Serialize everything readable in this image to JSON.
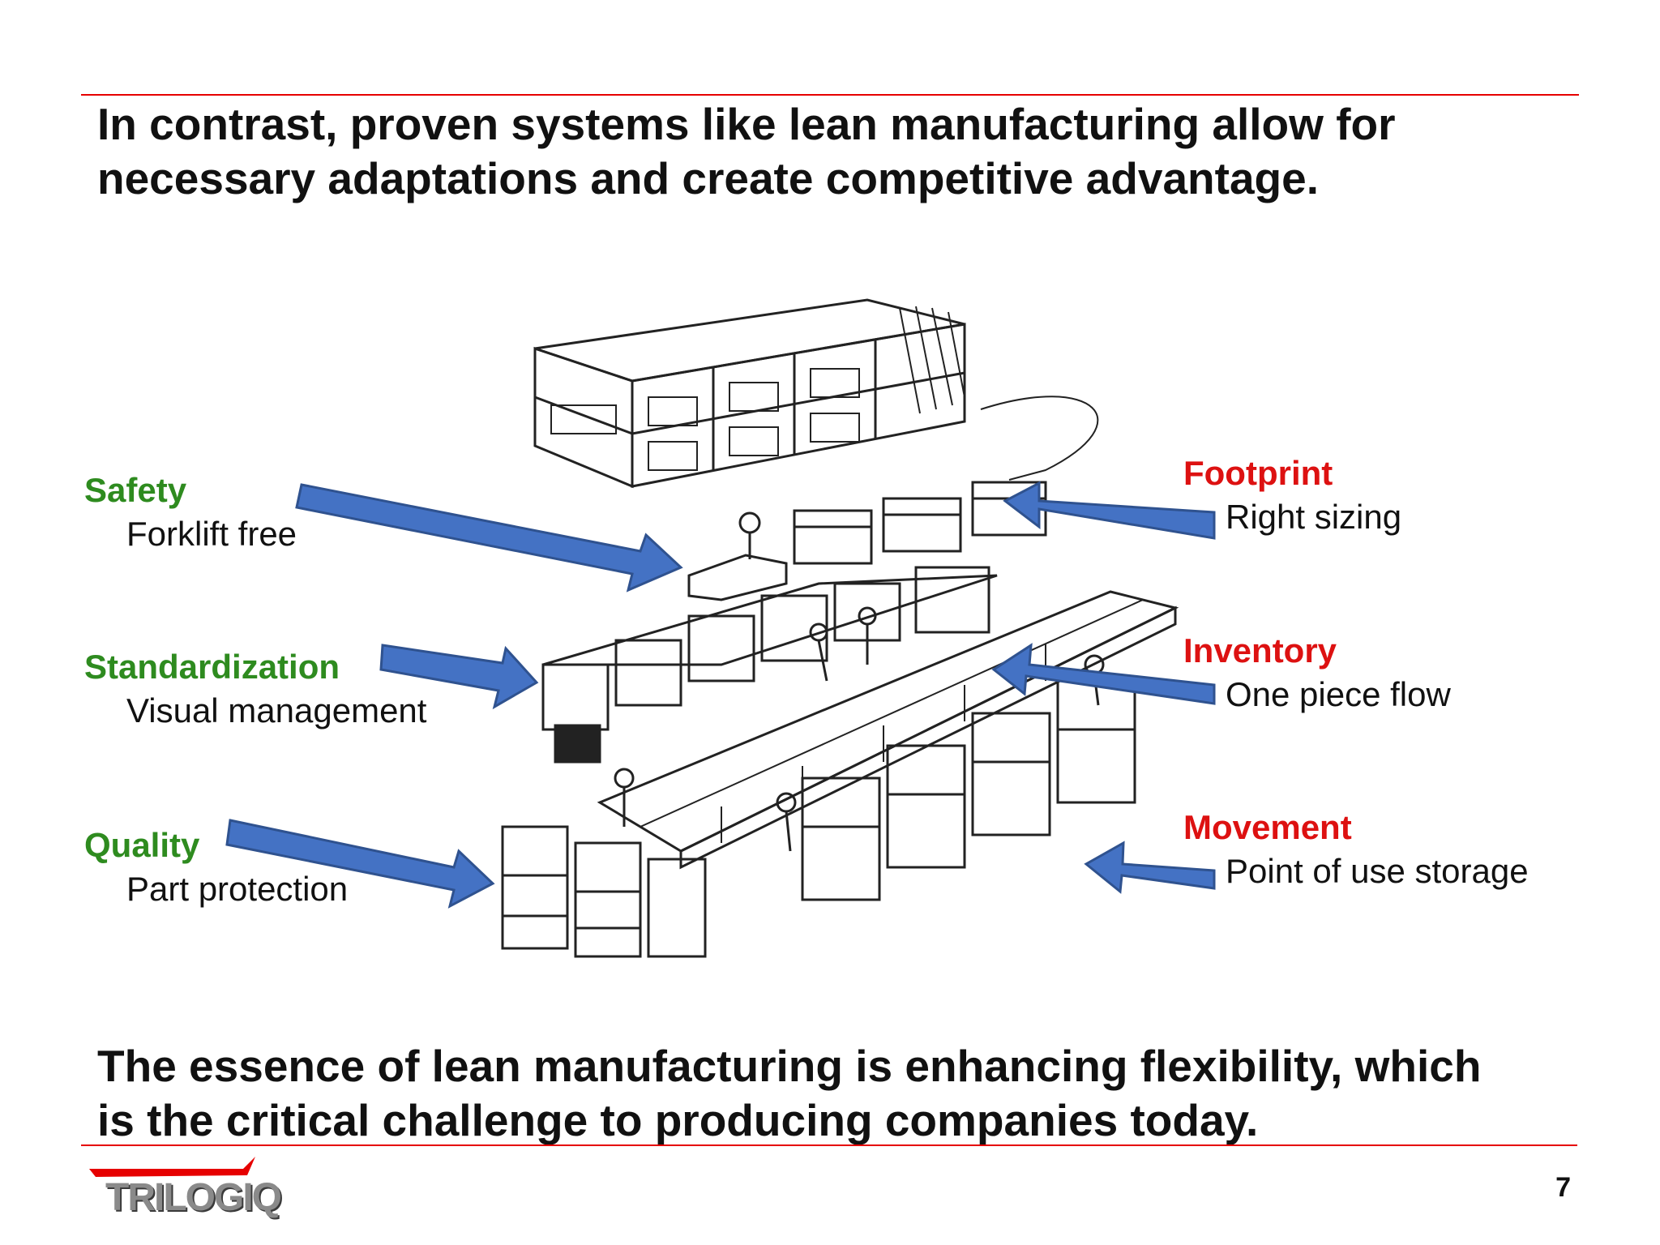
{
  "slide": {
    "headline_top": [
      "In contrast, proven systems like lean manufacturing allow for",
      "necessary adaptations and create competitive advantage."
    ],
    "headline_bottom": [
      "The essence of lean manufacturing is enhancing flexibility, which",
      "is the critical challenge to producing companies today."
    ],
    "page_number": "7",
    "logo_text": "TRILOGIQ",
    "colors": {
      "rule": "#e60000",
      "green_label": "#2e8b1f",
      "red_label": "#dd1111",
      "arrow_fill": "#4472c4",
      "arrow_stroke": "#2f528f"
    },
    "left_labels": [
      {
        "title": "Safety",
        "sub": "Forklift free"
      },
      {
        "title": "Standardization",
        "sub": "Visual management"
      },
      {
        "title": "Quality",
        "sub": "Part protection"
      }
    ],
    "right_labels": [
      {
        "title": "Footprint",
        "sub": "Right sizing"
      },
      {
        "title": "Inventory",
        "sub": "One piece flow"
      },
      {
        "title": "Movement",
        "sub": "Point of use storage"
      }
    ],
    "illustration": "lean-factory-line-drawing"
  }
}
